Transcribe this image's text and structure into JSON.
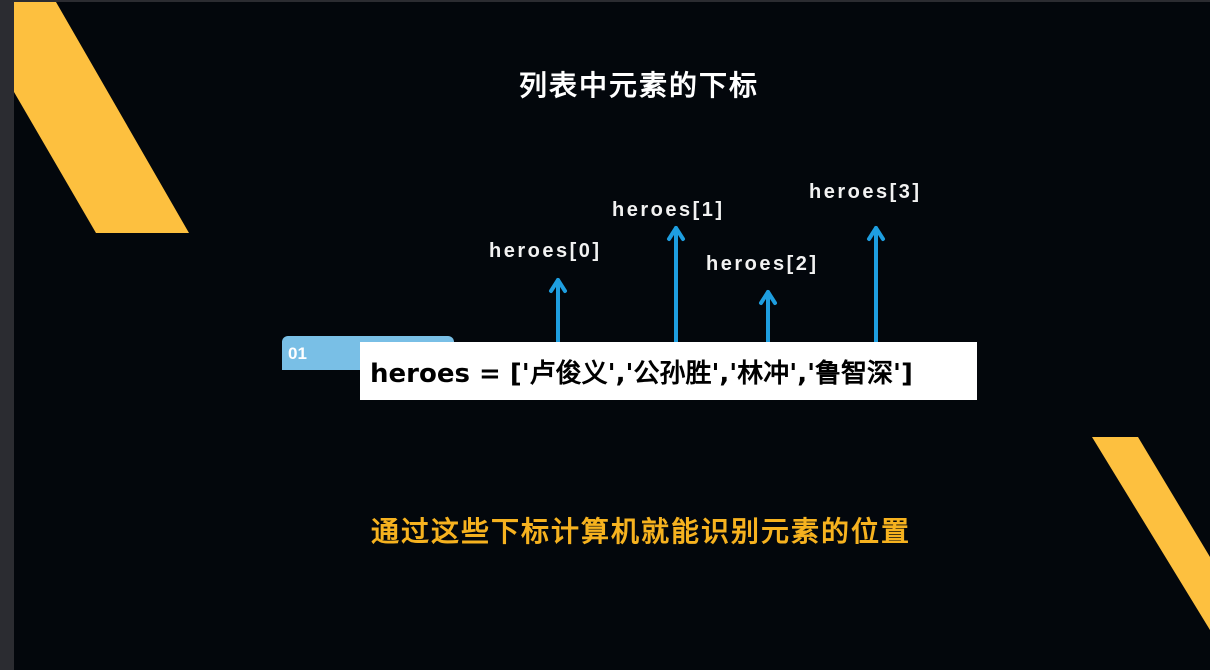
{
  "slide": {
    "title": "列表中元素的下标",
    "tag_number": "01",
    "code_line": "heroes = ['卢俊义','公孙胜','林冲','鲁智深']",
    "caption": "通过这些下标计算机就能识别元素的位置",
    "index_labels": [
      "heroes[0]",
      "heroes[1]",
      "heroes[2]",
      "heroes[3]"
    ]
  },
  "colors": {
    "background": "#03070c",
    "accent_yellow": "#fdc03f",
    "arrow_blue": "#1e9ee0",
    "tag_blue": "#79bfe6",
    "caption_orange": "#f6b21f",
    "text_white": "#ffffff"
  },
  "icons": {
    "arrow": "up-arrow-icon"
  }
}
